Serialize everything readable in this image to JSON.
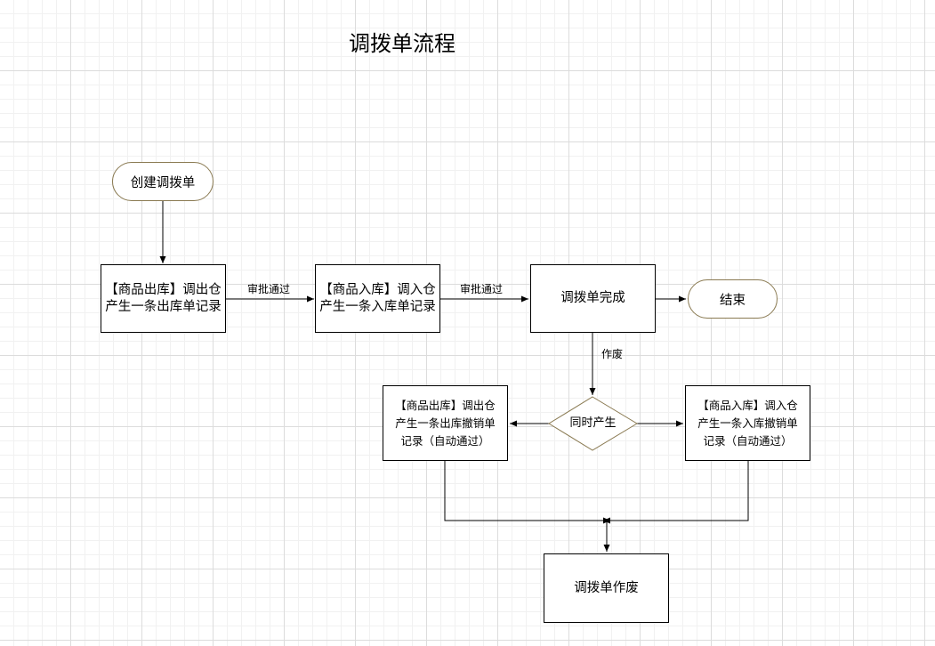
{
  "title": "调拨单流程",
  "nodes": {
    "create": "创建调拨单",
    "out_record": "【商品出库】调出仓产生一条出库单记录",
    "in_record": "【商品入库】调入仓产生一条入库单记录",
    "complete": "调拨单完成",
    "end": "结束",
    "decision": "同时产生",
    "out_cancel_line1": "【商品出库】调出仓",
    "out_cancel_line2": "产生一条出库撤销单",
    "out_cancel_line3": "记录（自动通过）",
    "in_cancel_line1": "【商品入库】调入仓",
    "in_cancel_line2": "产生一条入库撤销单",
    "in_cancel_line3": "记录（自动通过）",
    "voided": "调拨单作废"
  },
  "edges": {
    "approve_1": "审批通过",
    "approve_2": "审批通过",
    "void": "作废"
  },
  "colors": {
    "line": "#000000",
    "terminal_border": "#8a7a52",
    "decision_border": "#8a7a52"
  }
}
